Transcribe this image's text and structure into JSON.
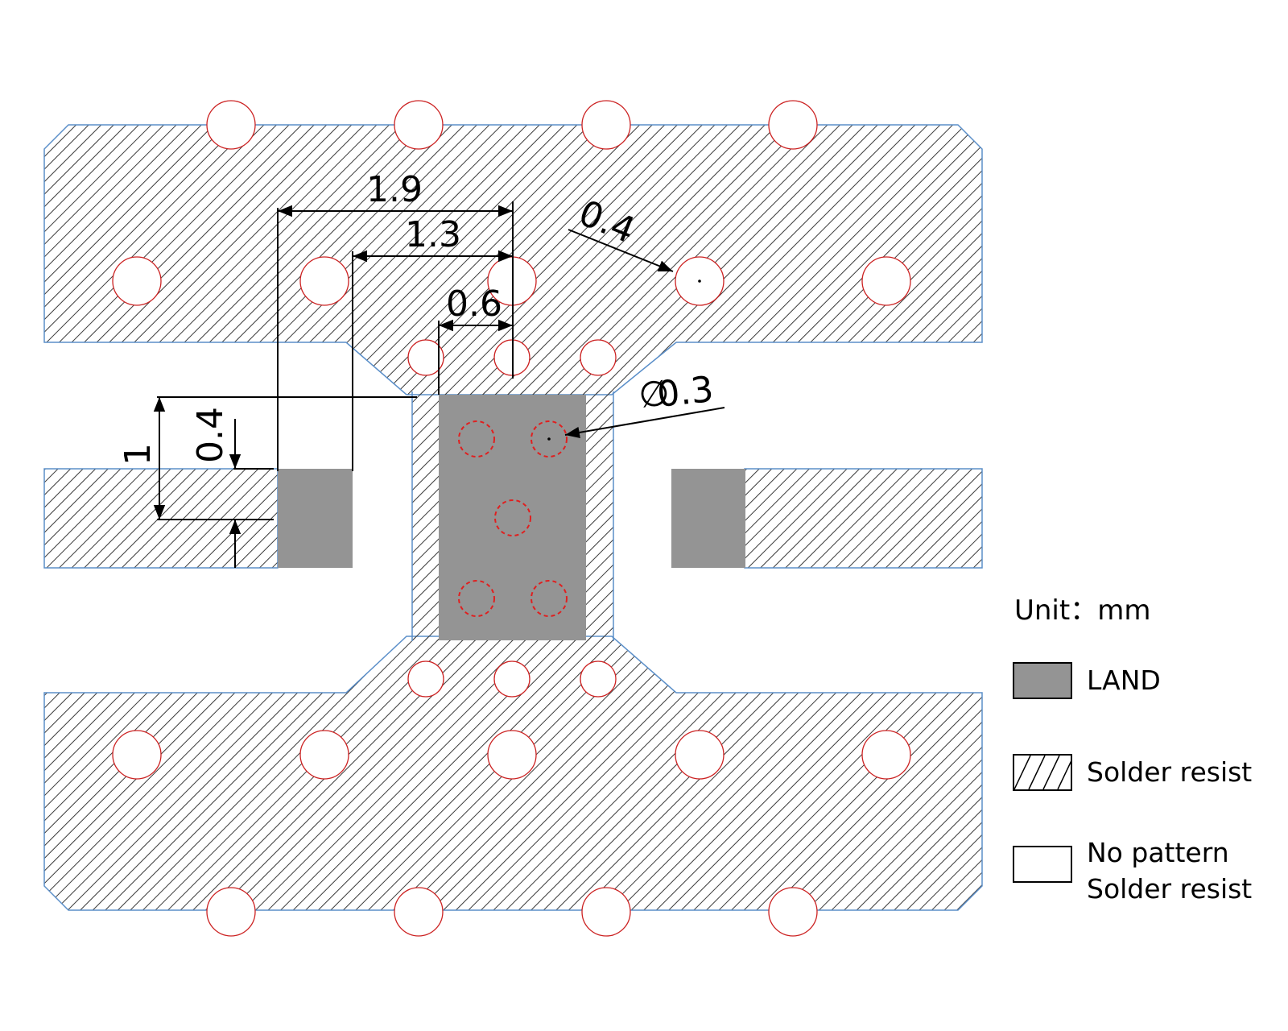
{
  "dimensions": {
    "d1": "1.9",
    "d2": "1.3",
    "d3": "0.6",
    "d4": "0.4",
    "d5": "0.3",
    "d6": "0.4",
    "d7": "1"
  },
  "dia_symbol": "∅",
  "legend": {
    "unit": "Unit：mm",
    "items": [
      {
        "swatch": "land",
        "label": "LAND"
      },
      {
        "swatch": "hatch",
        "label": "Solder resist"
      },
      {
        "swatch": "white",
        "label_line1": "No pattern",
        "label_line2": "Solder resist"
      }
    ]
  },
  "colors": {
    "land": "#949494",
    "hatch": "#3a3a3a",
    "edge": "#5b8fc9",
    "via_outline": "#cc2222",
    "land_via": "#e01f1f"
  }
}
